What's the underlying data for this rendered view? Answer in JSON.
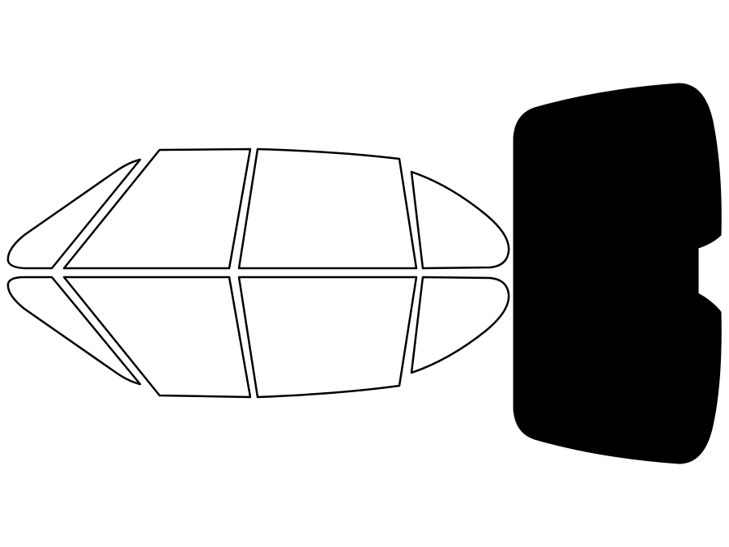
{
  "colors": {
    "background": "#ffffff",
    "outline": "#000000",
    "highlight_fill": "#000000",
    "window_fill": "#ffffff"
  },
  "panels": [
    {
      "name": "left-front-quarter-window",
      "highlighted": false
    },
    {
      "name": "left-front-door-window",
      "highlighted": false
    },
    {
      "name": "left-rear-door-window",
      "highlighted": false
    },
    {
      "name": "left-rear-quarter-window",
      "highlighted": false
    },
    {
      "name": "right-front-quarter-window",
      "highlighted": false
    },
    {
      "name": "right-front-door-window",
      "highlighted": false
    },
    {
      "name": "right-rear-door-window",
      "highlighted": false
    },
    {
      "name": "right-rear-quarter-window",
      "highlighted": false
    },
    {
      "name": "rear-windshield",
      "highlighted": true
    }
  ]
}
